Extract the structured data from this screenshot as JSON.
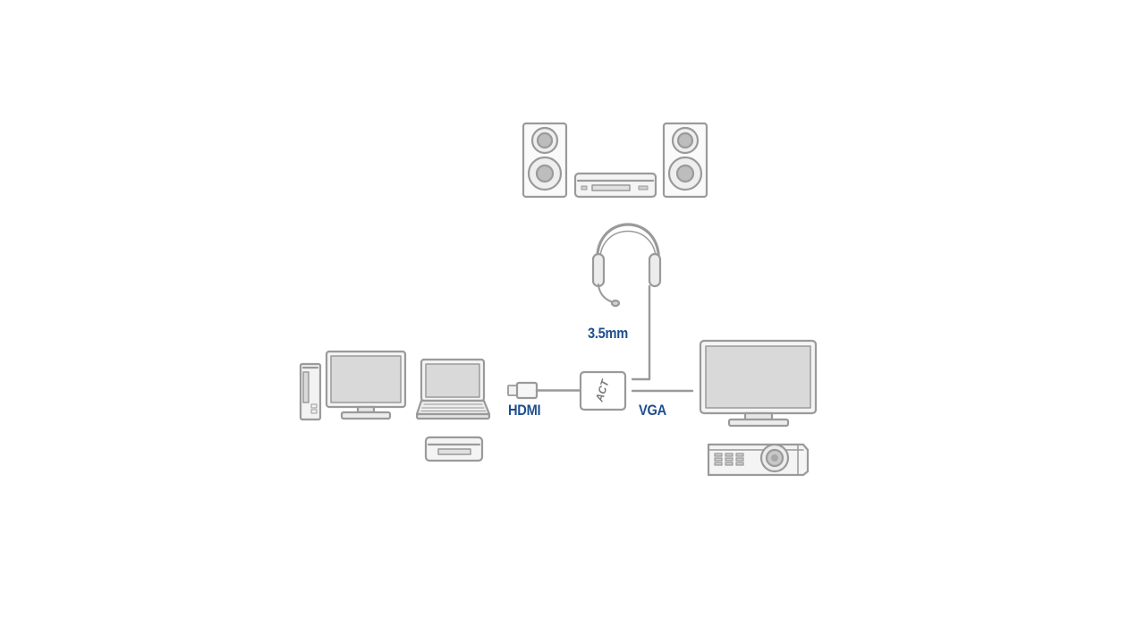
{
  "labels": {
    "hdmi": "HDMI",
    "vga": "VGA",
    "audio": "3.5mm"
  },
  "adapter": {
    "brand": "ACT"
  },
  "icons": [
    "speaker-icon",
    "stereo-receiver-icon",
    "headset-icon",
    "desktop-tower-icon",
    "desktop-monitor-icon",
    "laptop-icon",
    "media-player-icon",
    "hdmi-plug-icon",
    "adapter-icon",
    "display-monitor-icon",
    "projector-icon"
  ],
  "colors": {
    "outline": "#9a9a9a",
    "fill_light": "#e6e6e6",
    "fill_screen": "#d9d9d9",
    "label": "#1f4e8c",
    "background": "#ffffff"
  }
}
